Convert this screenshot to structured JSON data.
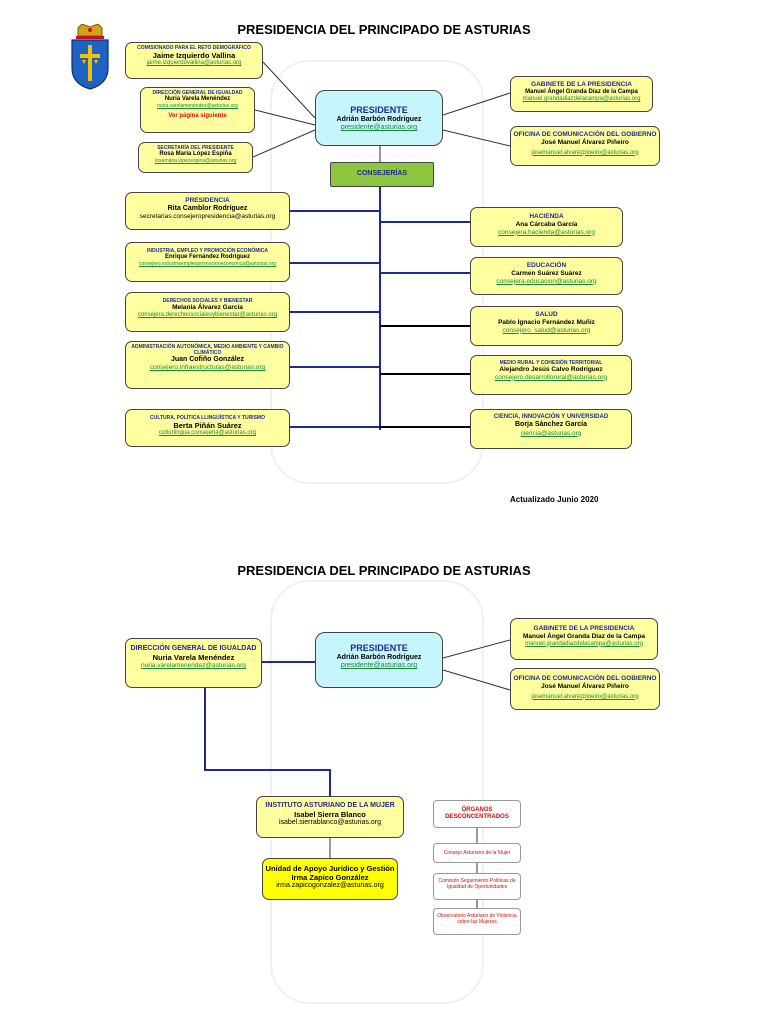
{
  "page1": {
    "title": "PRESIDENCIA DEL PRINCIPADO DE ASTURIAS",
    "updated": "Actualizado Junio 2020",
    "presidente": {
      "title": "PRESIDENTE",
      "name": "Adrián Barbón Rodríguez",
      "email": "presidente@asturias.org"
    },
    "consejerias_label": "CONSEJERÍAS",
    "left_top": [
      {
        "title": "COMISIONADO PARA EL RETO DEMOGRÁFICO",
        "name": "Jaime Izquierdo Vallina",
        "email": "jaime.izquierdovallina@asturias.org"
      },
      {
        "title": "DIRECCIÓN GENERAL DE IGUALDAD",
        "name": "Nuria Varela Menéndez",
        "email": "nuria.varelamenendez@asturias.org",
        "note": "Ver página siguiente"
      },
      {
        "title": "SECRETARÍA DEL PRESIDENTE",
        "name": "Rosa María López Espiña",
        "email": "rosamaria.lopezespina@asturias.org"
      }
    ],
    "right_top": [
      {
        "title": "GABINETE DE LA PRESIDENCIA",
        "name": "Manuel Ángel Granda Díaz de la Campa",
        "email": "manuel.grandadiazdelacampa@asturias.org"
      },
      {
        "title": "OFICINA DE COMUNICACIÓN DEL GOBIERNO",
        "name": "José Manuel Álvarez Piñeiro",
        "email": "josemanuel.alvarezpineiro@asturias.org"
      }
    ],
    "left_consejerias": [
      {
        "title": "PRESIDENCIA",
        "name": "Rita Camblor Rodríguez",
        "email": "secretarias.consejeropresidencia@asturias.org"
      },
      {
        "title": "INDUSTRIA, EMPLEO Y PROMOCIÓN ECONÓMICA",
        "name": "Enrique Fernández Rodríguez",
        "email": "consejero.industriaempleopromocioneconomica@asturias.org"
      },
      {
        "title": "DERECHOS SOCIALES Y BIENESTAR",
        "name": "Melania Álvarez García",
        "email": "consejera.derechossocialesybienestar@asturias.org"
      },
      {
        "title": "ADMINISTRACIÓN AUTONÓMICA, MEDIO AMBIENTE Y CAMBIO CLIMÁTICO",
        "name": "Juan Cofiño González",
        "email": "consejero.infraestructuras@asturias.org"
      },
      {
        "title": "CULTURA, POLÍTICA LLINGÜÍSTICA Y TURISMO",
        "name": "Berta Piñán Suárez",
        "email": "culturlingua.consejeria@asturias.org"
      }
    ],
    "right_consejerias": [
      {
        "title": "HACIENDA",
        "name": "Ana Cárcaba García",
        "email": "consejera.hacienda@asturias.org"
      },
      {
        "title": "EDUCACIÓN",
        "name": "Carmen Suárez Suárez",
        "email": "consejera.educacion@asturias.org"
      },
      {
        "title": "SALUD",
        "name": "Pablo Ignacio Fernández Muñiz",
        "email": "consejero_salud@asturias.org"
      },
      {
        "title": "MEDIO RURAL Y COHESIÓN TERRITORIAL",
        "name": "Alejandro Jesús Calvo Rodríguez",
        "email": "consejero.desarrollorural@asturias.org"
      },
      {
        "title": "CIENCIA, INNOVACIÓN Y UNIVERSIDAD",
        "name": "Borja Sánchez García",
        "email": "ciencia@asturias.org"
      }
    ]
  },
  "page2": {
    "title": "PRESIDENCIA DEL PRINCIPADO DE ASTURIAS",
    "direccion": {
      "title": "DIRECCIÓN GENERAL DE IGUALDAD",
      "name": "Nuria Varela Menéndez",
      "email": "nuria.varelamenendez@asturias.org"
    },
    "presidente": {
      "title": "PRESIDENTE",
      "name": "Adrián Barbón Rodríguez",
      "email": "presidente@asturias.org"
    },
    "gabinete": {
      "title": "GABINETE DE LA PRESIDENCIA",
      "name": "Manuel Ángel Granda Díaz de la Campa",
      "email": "manuel.grandadiazdelacampa@asturias.org"
    },
    "oficina": {
      "title": "OFICINA DE COMUNICACIÓN DEL GOBIERNO",
      "name": "José Manuel Álvarez Piñeiro",
      "email": "josemanuel.alvarezpineiro@asturias.org"
    },
    "instituto": {
      "title": "INSTITUTO ASTURIANO DE LA MUJER",
      "name": "Isabel Sierra Blanco",
      "email": "isabel.sierrablanco@asturias.org"
    },
    "unidad": {
      "title": "Unidad de Apoyo Jurídico y Gestión",
      "name": "Irma Zapico González",
      "email": "irma.zapicogonzalez@asturias.org"
    },
    "organos": {
      "title": "ÓRGANOS DESCONCENTRADOS",
      "items": [
        "Consejo Asturiano de la Mujer",
        "Comisión Seguimiento Políticas de Igualdad de Oportunidades",
        "Observatorio Asturiano de Violencia sobre las Mujeres"
      ]
    }
  },
  "colors": {
    "title_text": "#1c2a93",
    "email": "#1a8a3a",
    "box_yellow": "#ffffa0",
    "box_bright_yellow": "#ffff00",
    "box_cyan": "#c6f6fb",
    "consejerias_green": "#8ec63f",
    "note_red": "#d01010"
  },
  "icons": [
    "asturias-coat-of-arms-icon",
    "asturias-cross-watermark-icon"
  ]
}
